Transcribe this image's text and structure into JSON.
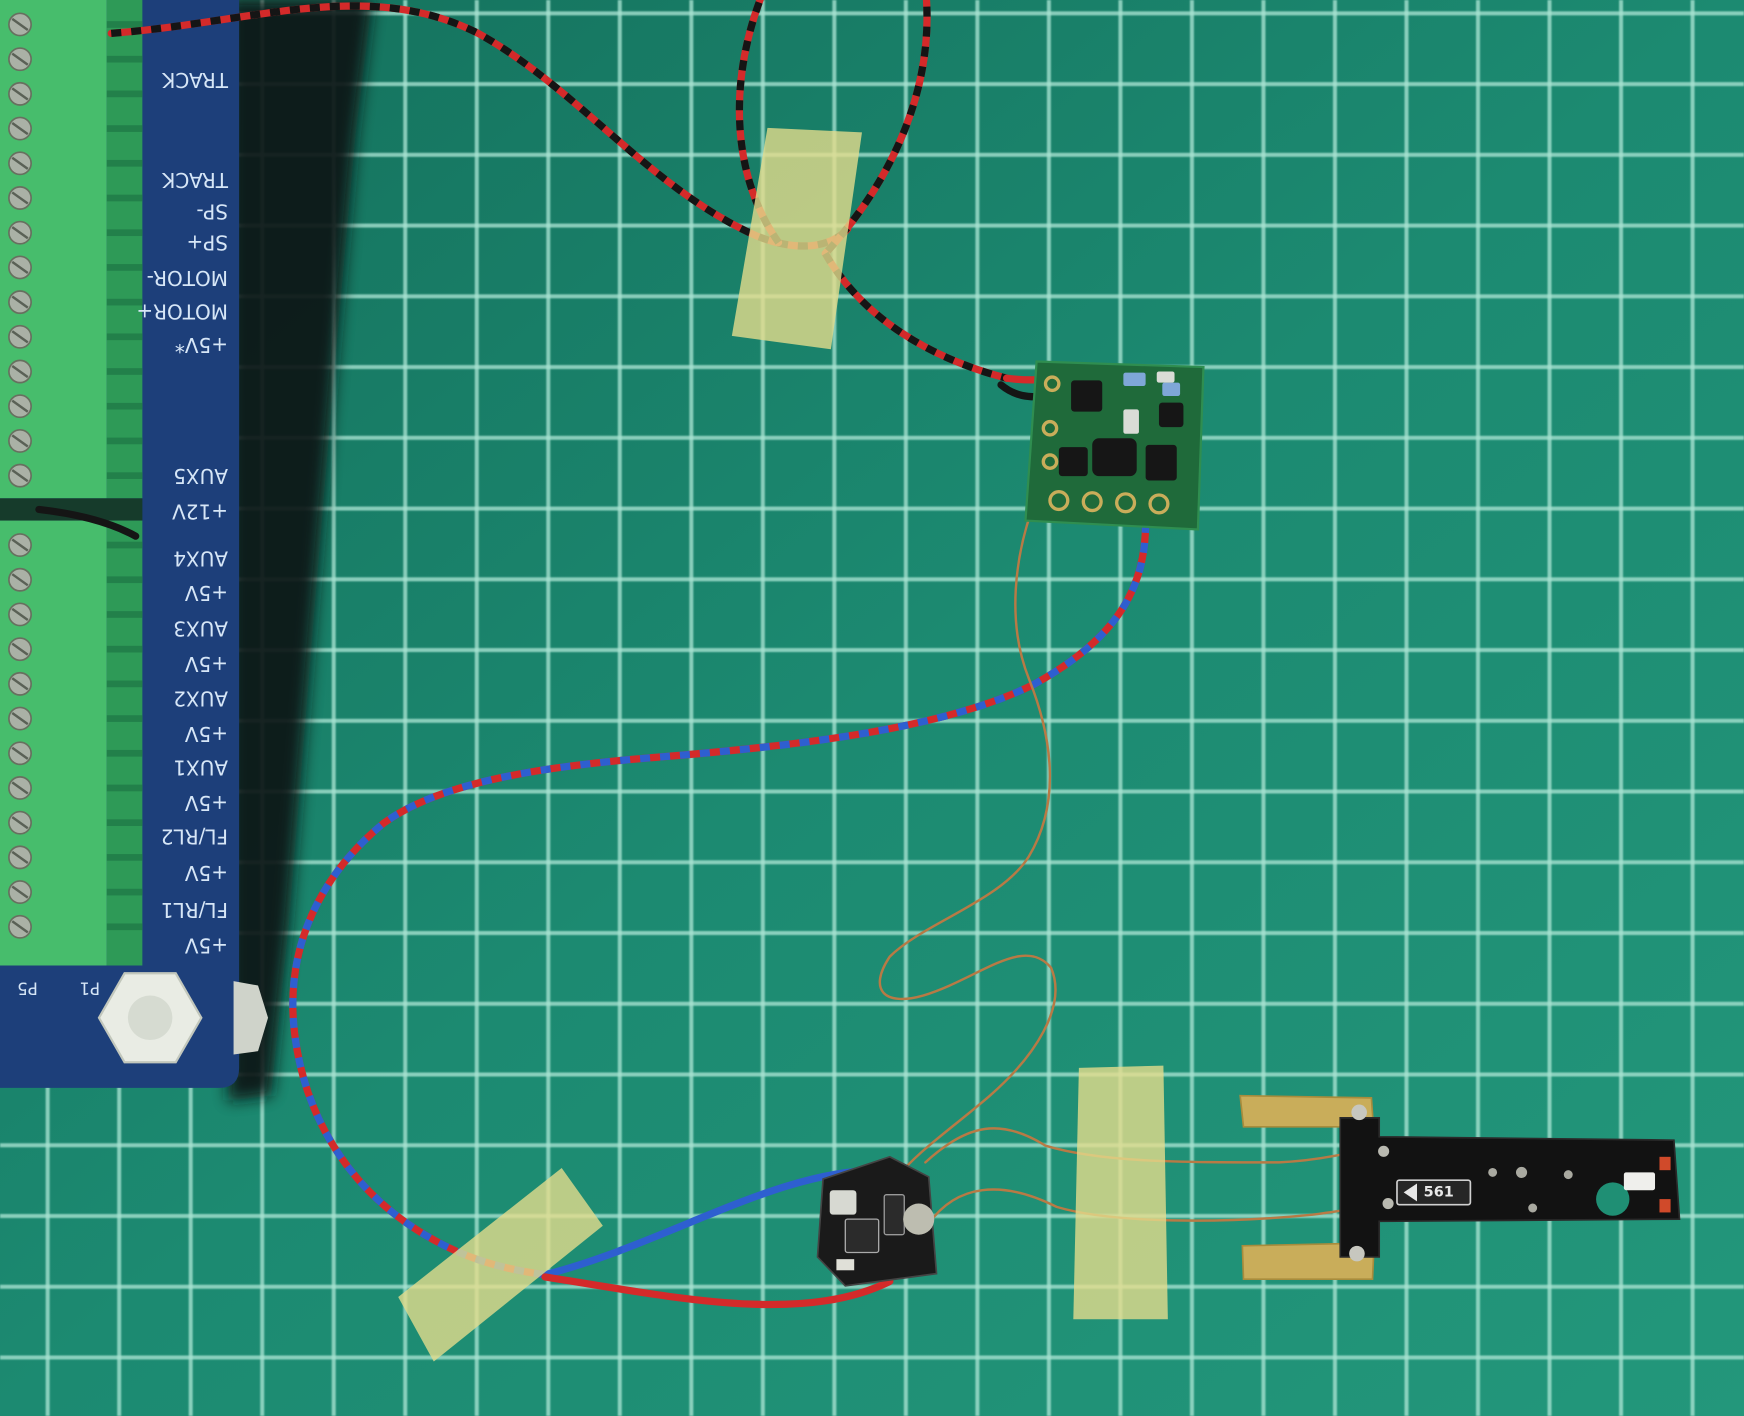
{
  "board": {
    "pin_labels": [
      "TRACK",
      "TRACK",
      "SP-",
      "SP+",
      "MOTOR-",
      "MOTOR+",
      "+5V*",
      "AUX5",
      "+12V",
      "AUX4",
      "+5V",
      "AUX3",
      "+5V",
      "AUX2",
      "+5V",
      "AUX1",
      "+5V",
      "FL/RL2",
      "+5V",
      "FL/RL1",
      "+5V"
    ],
    "connector_labels": [
      "P5",
      "P1"
    ]
  },
  "led_board": {
    "resistor_marking": "561"
  },
  "palette": {
    "mat": "#1c8a71",
    "grid": "#a8e3d2",
    "board_blue": "#1d3f7a",
    "terminal_green": "#47bd6c",
    "tape": "#e3dc8c",
    "wire_red": "#d42a2a",
    "wire_black": "#151515",
    "wire_blue": "#2e5fd0",
    "copper": "#b87a45",
    "pcb_green": "#1f6a3a",
    "brass": "#c9ad5a"
  }
}
